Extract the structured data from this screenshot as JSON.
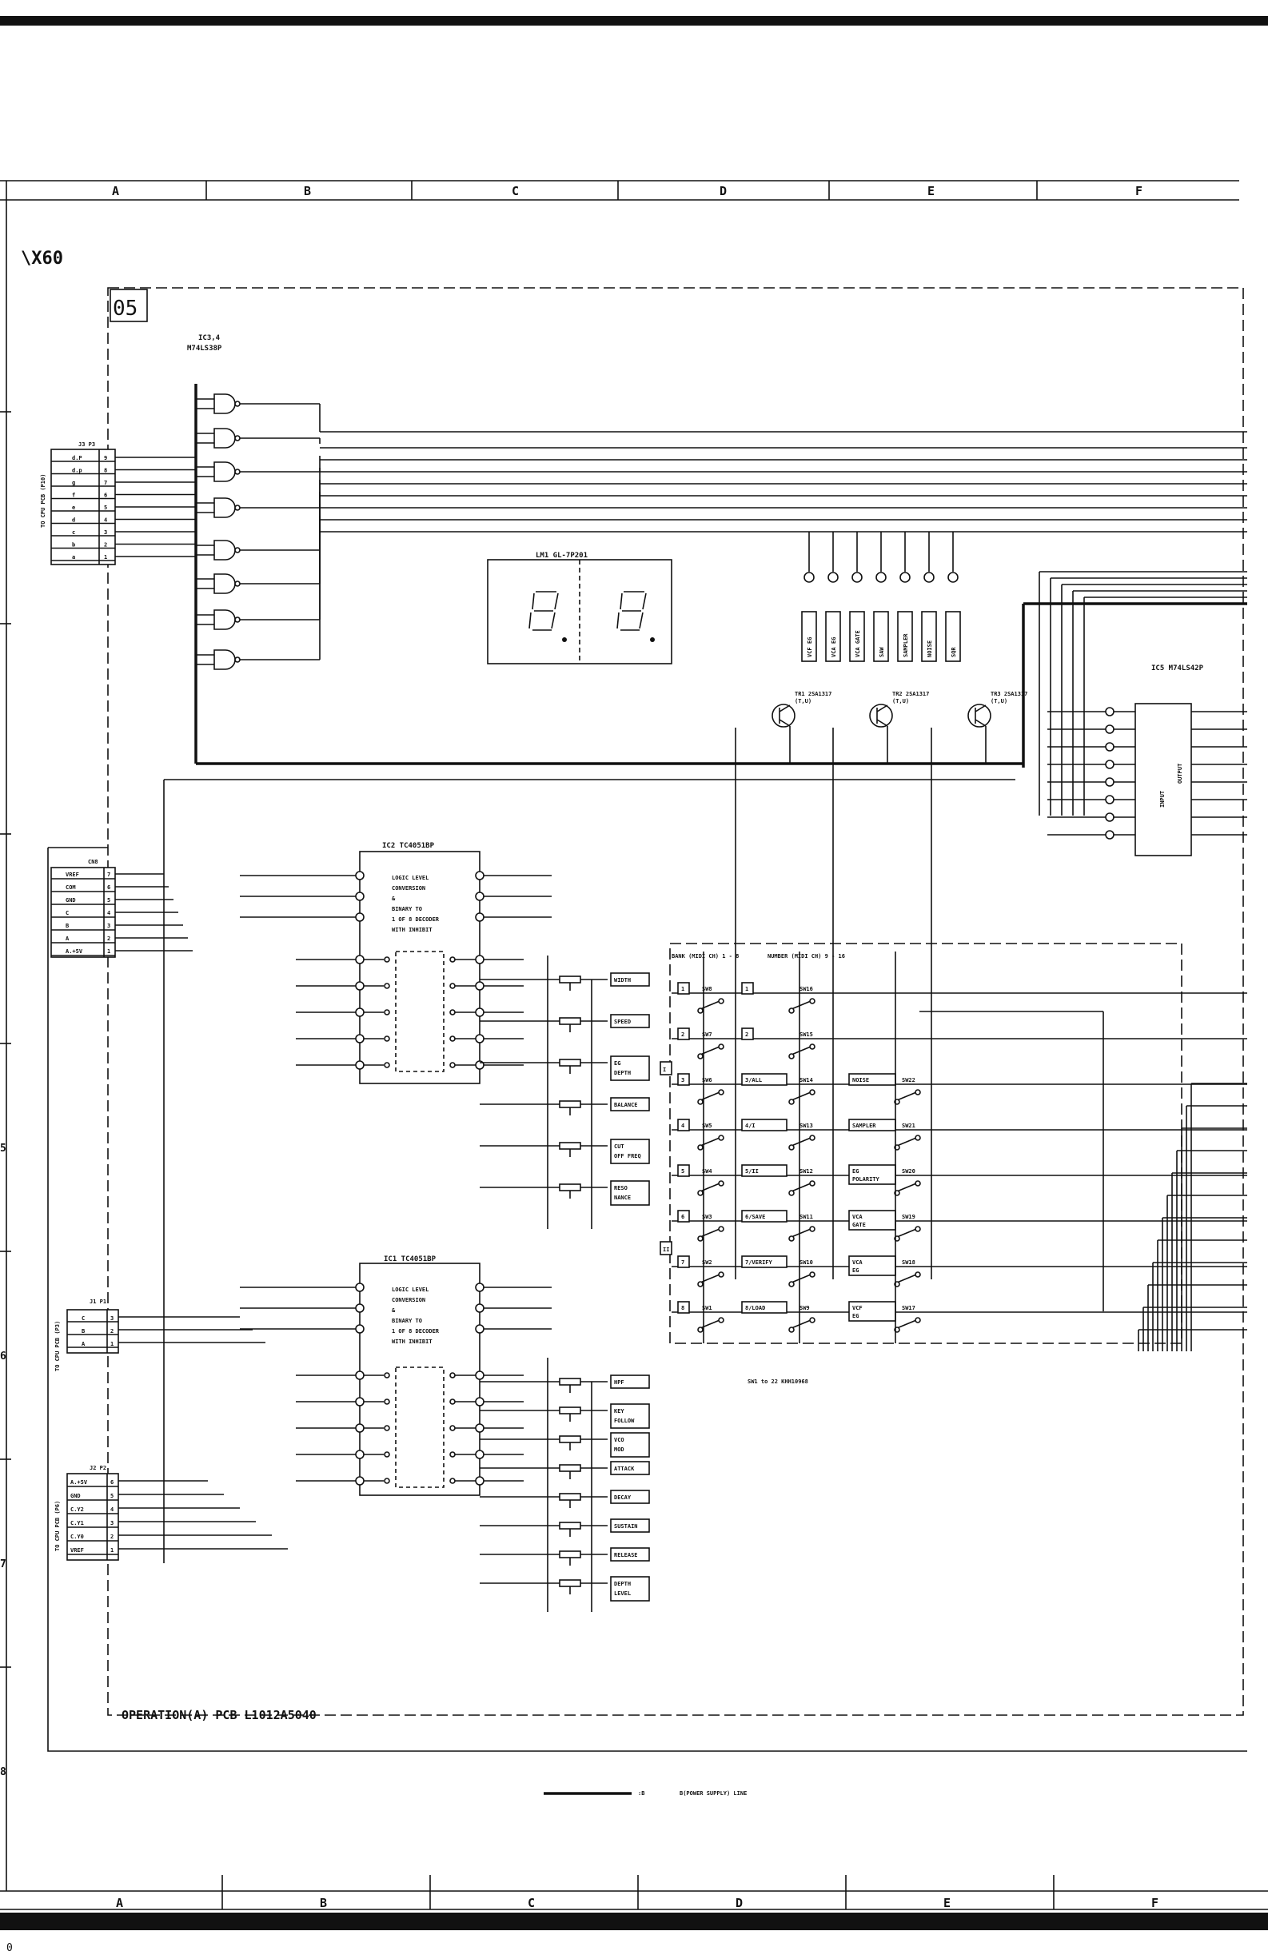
{
  "sheet": {
    "title": "\\X60",
    "section": "05",
    "pcb_label": "OPERATION(A) PCB  L1012A5040",
    "power_note": "B(POWER SUPPLY) LINE",
    "power_note_prefix": ":B",
    "sw_note": "SW1 to 22   KHH10968",
    "corner_bottom_left": "0"
  },
  "grid": {
    "columns": [
      "A",
      "B",
      "C",
      "D",
      "E",
      "F"
    ],
    "rows": [
      "5",
      "6",
      "7",
      "8"
    ]
  },
  "ics": {
    "ic34": {
      "name": "IC3,4",
      "part": "M74LS38P"
    },
    "ic2": {
      "name": "IC2  TC4051BP",
      "func": [
        "LOGIC LEVEL",
        "CONVERSION",
        "&",
        "BINARY TO",
        "1 OF 8 DECODER",
        "WITH INHIBIT"
      ]
    },
    "ic1": {
      "name": "IC1  TC4051BP",
      "func": [
        "LOGIC LEVEL",
        "CONVERSION",
        "&",
        "BINARY TO",
        "1 OF 8 DECODER",
        "WITH INHIBIT"
      ]
    },
    "ic5": {
      "name": "IC5  M74LS42P",
      "in_label": "INPUT",
      "out_label": "OUTPUT"
    },
    "lm1": {
      "name": "LM1  GL-7P201"
    }
  },
  "connectors": {
    "j3": {
      "header": "J3  P3",
      "side": "TO CPU PCB (P10)",
      "pins": [
        "d.P",
        "d.p",
        "g",
        "f",
        "e",
        "d",
        "c",
        "b",
        "a"
      ],
      "nums": [
        "9",
        "8",
        "7",
        "6",
        "5",
        "4",
        "3",
        "2",
        "1"
      ]
    },
    "cn8": {
      "header": "CN8",
      "pins": [
        "VREF",
        "COM",
        "GND",
        "C",
        "B",
        "A",
        "A.+5V"
      ],
      "nums": [
        "7",
        "6",
        "5",
        "4",
        "3",
        "2",
        "1"
      ]
    },
    "j1": {
      "header": "J1  P1",
      "side": "TO CPU PCB (P3)",
      "pins": [
        "C",
        "B",
        "A"
      ],
      "nums": [
        "3",
        "2",
        "1"
      ]
    },
    "j2": {
      "header": "J2  P2",
      "side": "TO CPU PCB (P6)",
      "pins": [
        "A.+5V",
        "GND",
        "C.Y2",
        "C.Y1",
        "C.Y0",
        "VREF"
      ],
      "nums": [
        "6",
        "5",
        "4",
        "3",
        "2",
        "1"
      ]
    }
  },
  "leds": [
    "VCF EG",
    "VCA EG",
    "VCA GATE",
    "SAW",
    "SAMPLER",
    "NOISE",
    "SQR"
  ],
  "transistors": [
    "TR1 2SA1317 (T,U)",
    "TR2 2SA1317 (T,U)",
    "TR3 2SA1317 (T,U)"
  ],
  "controls_ic2": [
    "WIDTH",
    "SPEED",
    "EG DEPTH",
    "BALANCE",
    "CUT OFF FREQ",
    "RESO NANCE"
  ],
  "controls_ic1": [
    "HPF",
    "KEY FOLLOW",
    "VCO MOD",
    "ATTACK",
    "DECAY",
    "SUSTAIN",
    "RELEASE",
    "DEPTH LEVEL"
  ],
  "bank": {
    "title": "BANK (MIDI CH) 1 - 8",
    "keys": [
      "1",
      "2",
      "3",
      "4",
      "5",
      "6",
      "7",
      "8"
    ],
    "sws": [
      "SW8",
      "SW7",
      "SW6",
      "SW5",
      "SW4",
      "SW3",
      "SW2",
      "SW1"
    ]
  },
  "number": {
    "title": "NUMBER (MIDI CH) 9 - 16",
    "keys": [
      "1",
      "2",
      "3/ALL",
      "4/I",
      "5/II",
      "6/SAVE",
      "7/VERIFY",
      "8/LOAD"
    ],
    "sws": [
      "SW16",
      "SW15",
      "SW14",
      "SW13",
      "SW12",
      "SW11",
      "SW10",
      "SW9"
    ]
  },
  "func": {
    "keys": [
      "NOISE",
      "SAMPLER",
      "EG POLARITY",
      "VCA GATE",
      "VCA EG",
      "VCF EG"
    ],
    "sws": [
      "SW22",
      "SW21",
      "SW20",
      "SW19",
      "SW18",
      "SW17"
    ]
  },
  "group_tags": [
    "I",
    "II"
  ]
}
